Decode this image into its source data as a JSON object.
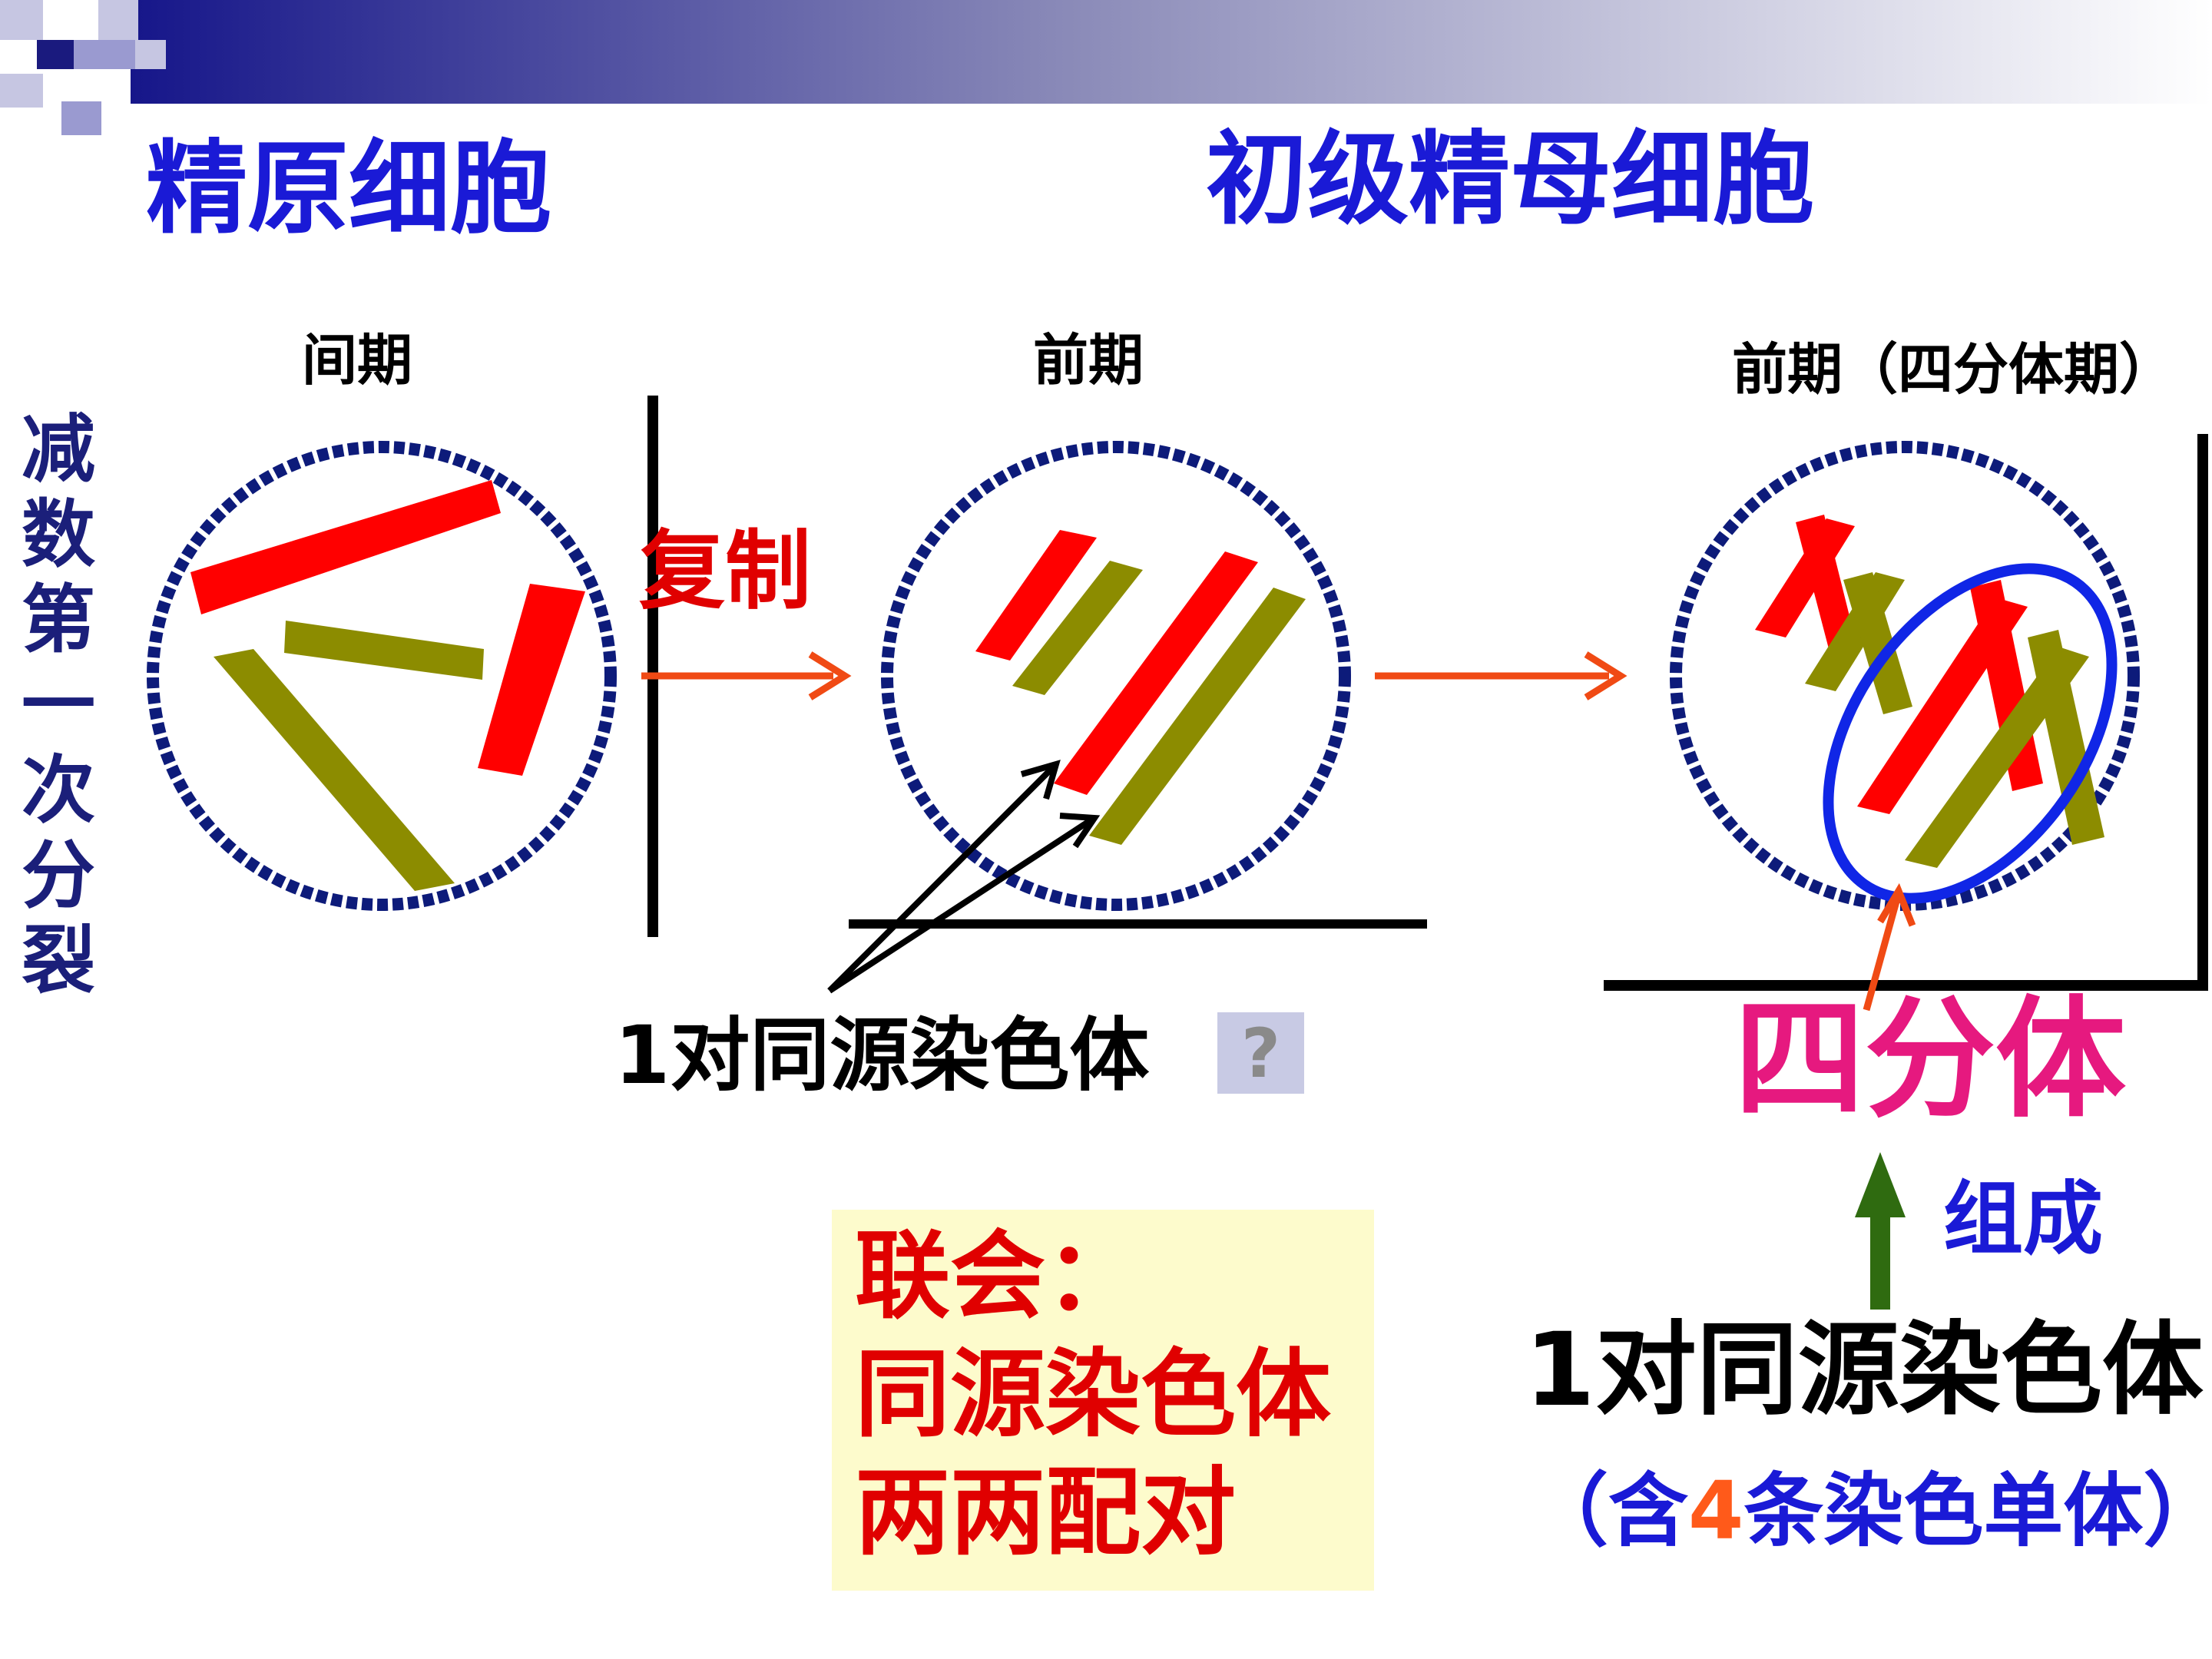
{
  "titles": {
    "spermatogonium": "精原细胞",
    "primary_spermatocyte": "初级精母细胞"
  },
  "phases": {
    "interphase": "间期",
    "prophase": "前期",
    "tetrad_phase": "前期（四分体期）"
  },
  "side_label": [
    "减",
    "数",
    "第",
    "一",
    "次",
    "分",
    "裂"
  ],
  "arrow_label": "复制",
  "homologous_pair_label": "1对同源染色体",
  "help_button": "?",
  "synapsis_box": {
    "line1": "联会：",
    "line2": "同源染色体",
    "line3": "两两配对"
  },
  "tetrad": {
    "label": "四分体",
    "composed_of": "组成",
    "pair_label": "1对同源染色体",
    "paren_open": "（含",
    "chromatid_count": "4",
    "paren_close": "条染色单体）"
  },
  "colors": {
    "cell_outline": "#0d1b7a",
    "red_chromosome": "#ff0000",
    "olive_chromosome": "#8c8c00",
    "arrow_orange": "#f04a14",
    "ellipse_blue": "#1026e6",
    "up_arrow_green": "#2f6b10"
  }
}
